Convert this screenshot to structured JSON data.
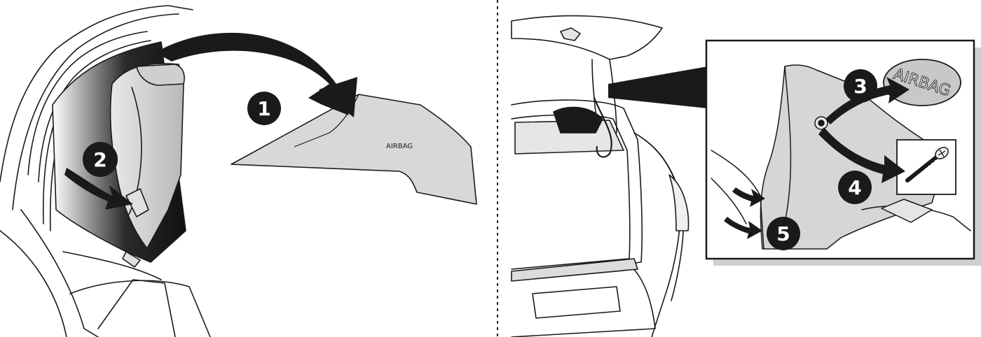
{
  "panel_left": {
    "panel_label": "AIRBAG",
    "steps": [
      "1",
      "2"
    ]
  },
  "panel_right": {
    "badge_label": "AIRBAG",
    "steps": [
      "3",
      "4",
      "5"
    ]
  },
  "colors": {
    "ink": "#1a1a1a",
    "panel_fill": "#d8d8d8",
    "panel_dark": "#bdbdbd",
    "shadow": "#cfcfcf",
    "badge_fill": "#c8c8c8"
  }
}
